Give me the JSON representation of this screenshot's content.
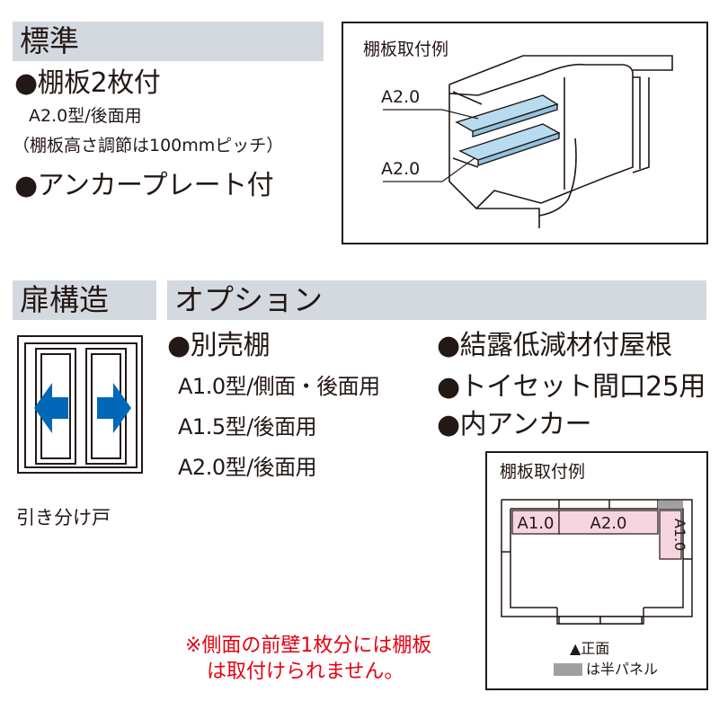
{
  "standard": {
    "title": "標準",
    "item1": "●棚板2枚付",
    "item1_sub1": "A2.0型/後面用",
    "item1_sub2": "（棚板高さ調節は100mmピッチ）",
    "item2": "●アンカープレート付"
  },
  "example_top": {
    "title": "棚板取付例",
    "label1": "A2.0",
    "label2": "A2.0"
  },
  "door": {
    "title": "扉構造",
    "caption": "引き分け戸"
  },
  "options": {
    "title": "オプション",
    "item1": "●別売棚",
    "item1_sub1": "A1.0型/側面・後面用",
    "item1_sub2": "A1.5型/後面用",
    "item1_sub3": "A2.0型/後面用",
    "item2": "●結露低減材付屋根",
    "item3": "●トイセット間口25用",
    "item4": "●内アンカー"
  },
  "example_bottom": {
    "title": "棚板取付例",
    "shelf_a": "A1.0",
    "shelf_b": "A2.0",
    "shelf_c": "A1.0",
    "legend_front": "▲正面",
    "legend_half": "は半パネル"
  },
  "note": {
    "line1": "※側面の前壁1枚分には棚板",
    "line2": "は取付けられません。"
  },
  "colors": {
    "band": "#d4d9e0",
    "shelf_blue": "#b8dcef",
    "shelf_pink": "#f6d4e0",
    "arrow_blue": "#0068b7",
    "note_red": "#e60012",
    "half_panel_gray": "#a0a0a0"
  }
}
